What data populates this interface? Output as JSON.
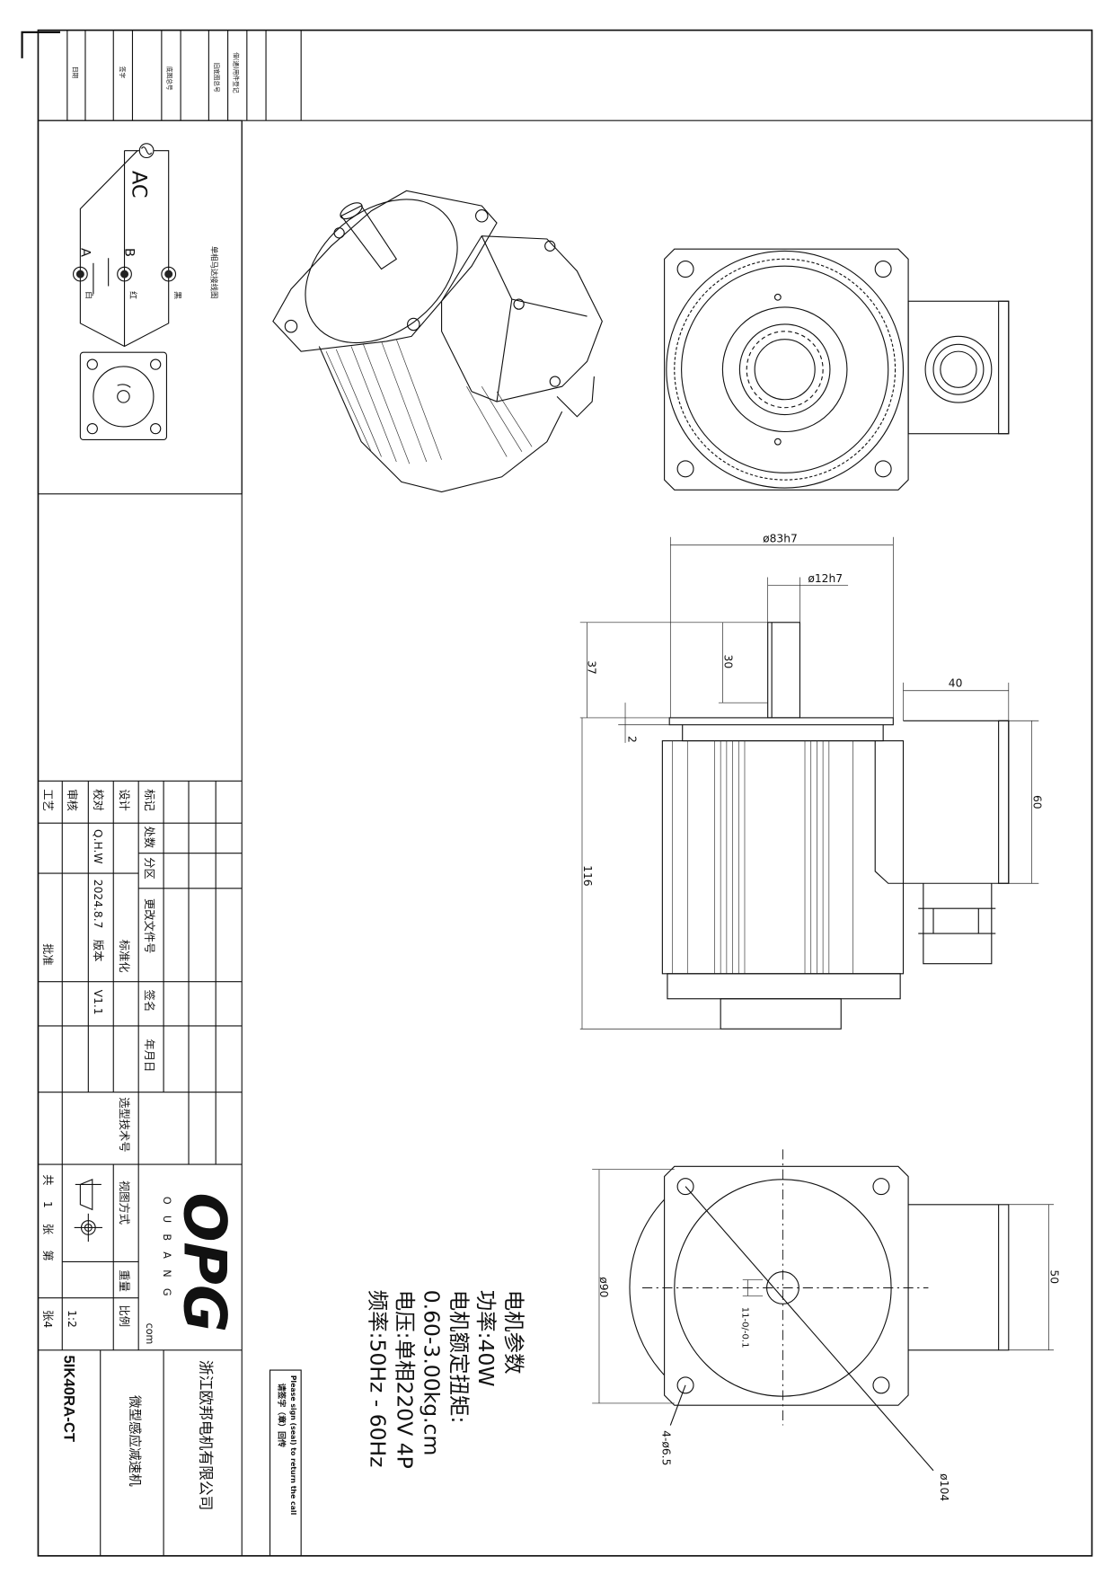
{
  "top_strip": {
    "date": "日期",
    "signature": "签字",
    "base_drawing_no": "底图总号",
    "old_base_drawing_no": "旧底图总号",
    "borrowed_parts_register": "借(通)用件登记"
  },
  "wiring": {
    "title": "单相马达接线图",
    "source": "AC",
    "terminal_a": "A",
    "terminal_b": "B",
    "wire_white": "白",
    "wire_red": "红",
    "wire_black": "黑"
  },
  "title_block": {
    "mark": "标记",
    "count": "处数",
    "zone": "分区",
    "change_doc": "更改文件号",
    "sign": "签名",
    "date": "年月日",
    "design": "设计",
    "standardize": "标准化",
    "check": "校对",
    "checker": "Q.H.W",
    "check_date": "2024.8.7",
    "version_label": "版本",
    "version": "V1.1",
    "review": "审核",
    "process": "工艺",
    "approve": "批准",
    "selection_no": "选型技术号",
    "view_method": "视图方式",
    "weight": "重量",
    "scale_label": "比例",
    "scale": "1:2",
    "sheets": "共 1 张 第",
    "sheet_no": "张4",
    "logo": "OPG",
    "logo_sub": "OUBANG",
    "logo_com": "com",
    "model": "5IK40RA-CT",
    "product": "微型感应减速机",
    "company": "浙江欧邦电机有限公司"
  },
  "params": {
    "title": "电机参数",
    "power": "功率:40W",
    "torque_label": "电机额定扭矩:",
    "torque": "0.60-3.00kg.cm",
    "voltage": "电压:单相220V 4P",
    "frequency": "频率:50Hz - 60Hz"
  },
  "stamp": {
    "cn": "请签字（章）回传",
    "en": "Please sign (seal) to return the call"
  },
  "dimensions": {
    "flange_dia": "ø83h7",
    "shaft_dia": "ø12h7",
    "d37": "37",
    "d30": "30",
    "d2": "2",
    "d116": "116",
    "d40": "40",
    "d60": "60",
    "d90": "ø90",
    "d50": "50",
    "key": "11-0/-0.1",
    "holes": "4-ø6.5",
    "pcd": "ø104"
  }
}
